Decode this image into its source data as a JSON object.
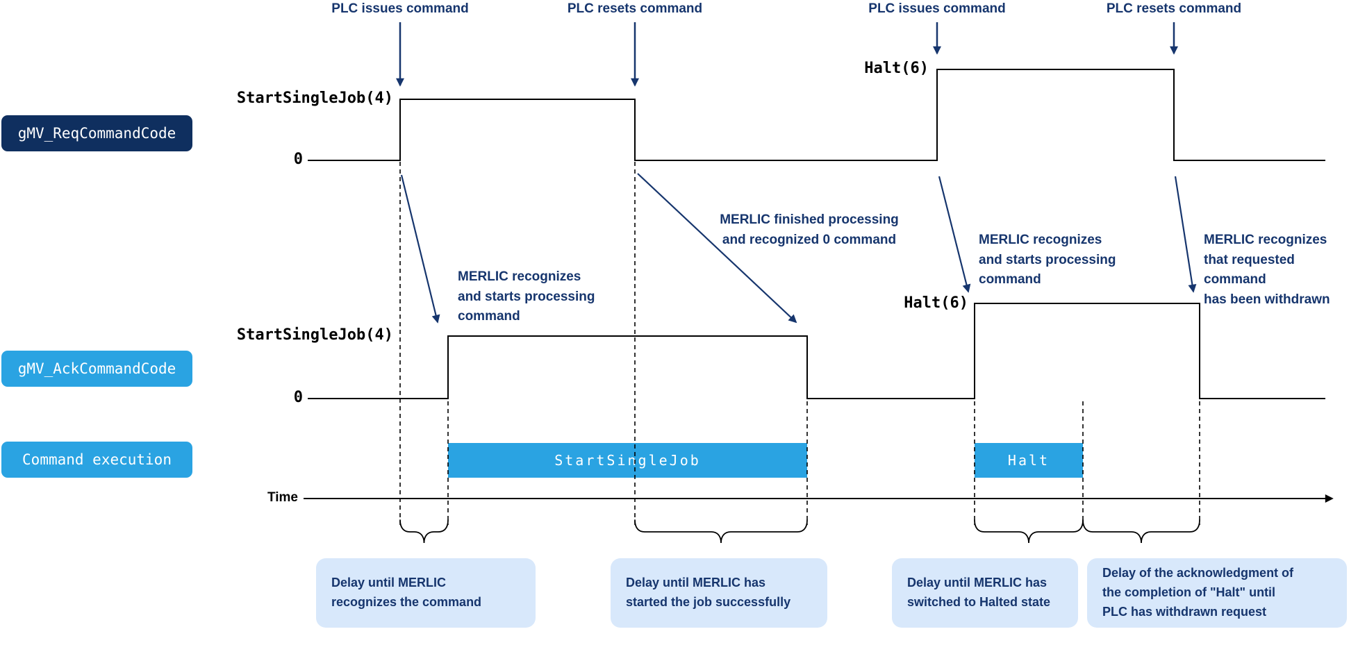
{
  "colors": {
    "navy_text": "#16356d",
    "navy_box": "#0f2f5f",
    "blue": "#2aa3e2",
    "callout_bg": "#d8e8fb",
    "line": "#000000"
  },
  "events": [
    {
      "label": "PLC issues command"
    },
    {
      "label": "PLC resets command"
    },
    {
      "label": "PLC issues command"
    },
    {
      "label": "PLC resets command"
    }
  ],
  "req_signal": {
    "name": "gMV_ReqCommandCode",
    "pulse1_label": "StartSingleJob(4)",
    "pulse2_label": "Halt(6)",
    "zero_label": "0"
  },
  "ack_signal": {
    "name": "gMV_AckCommandCode",
    "pulse1_label": "StartSingleJob(4)",
    "pulse2_label": "Halt(6)",
    "zero_label": "0"
  },
  "execution": {
    "name": "Command execution",
    "bar1_label": "StartSingleJob",
    "bar2_label": "Halt"
  },
  "time_label": "Time",
  "annotations": {
    "a1": "MERLIC recognizes\nand starts processing\ncommand",
    "a2": "MERLIC finished processing\nand recognized 0 command",
    "a3": "MERLIC recognizes\nand starts processing\ncommand",
    "a4": "MERLIC recognizes\nthat requested command\nhas been withdrawn"
  },
  "delays": [
    {
      "text": "Delay until MERLIC\nrecognizes the command"
    },
    {
      "text": "Delay until MERLIC has\nstarted the job successfully"
    },
    {
      "text": "Delay until MERLIC has\nswitched to Halted state"
    },
    {
      "text": "Delay of the acknowledgment of\nthe completion of \"Halt\" until\nPLC has withdrawn request"
    }
  ]
}
